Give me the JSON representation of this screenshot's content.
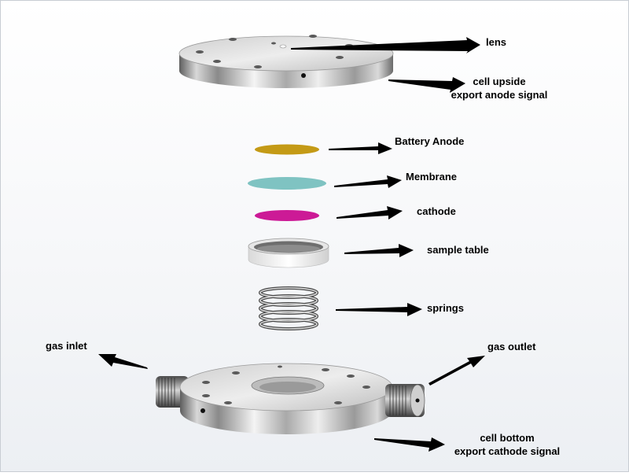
{
  "labels": {
    "lens": "lens",
    "cell_upside_line1": "cell upside",
    "cell_upside_line2": "export anode signal",
    "battery_anode": "Battery Anode",
    "membrane": "Membrane",
    "cathode": "cathode",
    "sample_table": "sample table",
    "springs": "springs",
    "gas_inlet": "gas inlet",
    "gas_outlet": "gas outlet",
    "cell_bottom_line1": "cell bottom",
    "cell_bottom_line2": "export cathode signal"
  },
  "colors": {
    "battery_anode": "#c49a16",
    "membrane": "#7fc3c2",
    "cathode": "#cc1a96",
    "metal_light": "#f2f2f2",
    "metal_dark": "#6e6e6e",
    "arrow": "#000000"
  }
}
